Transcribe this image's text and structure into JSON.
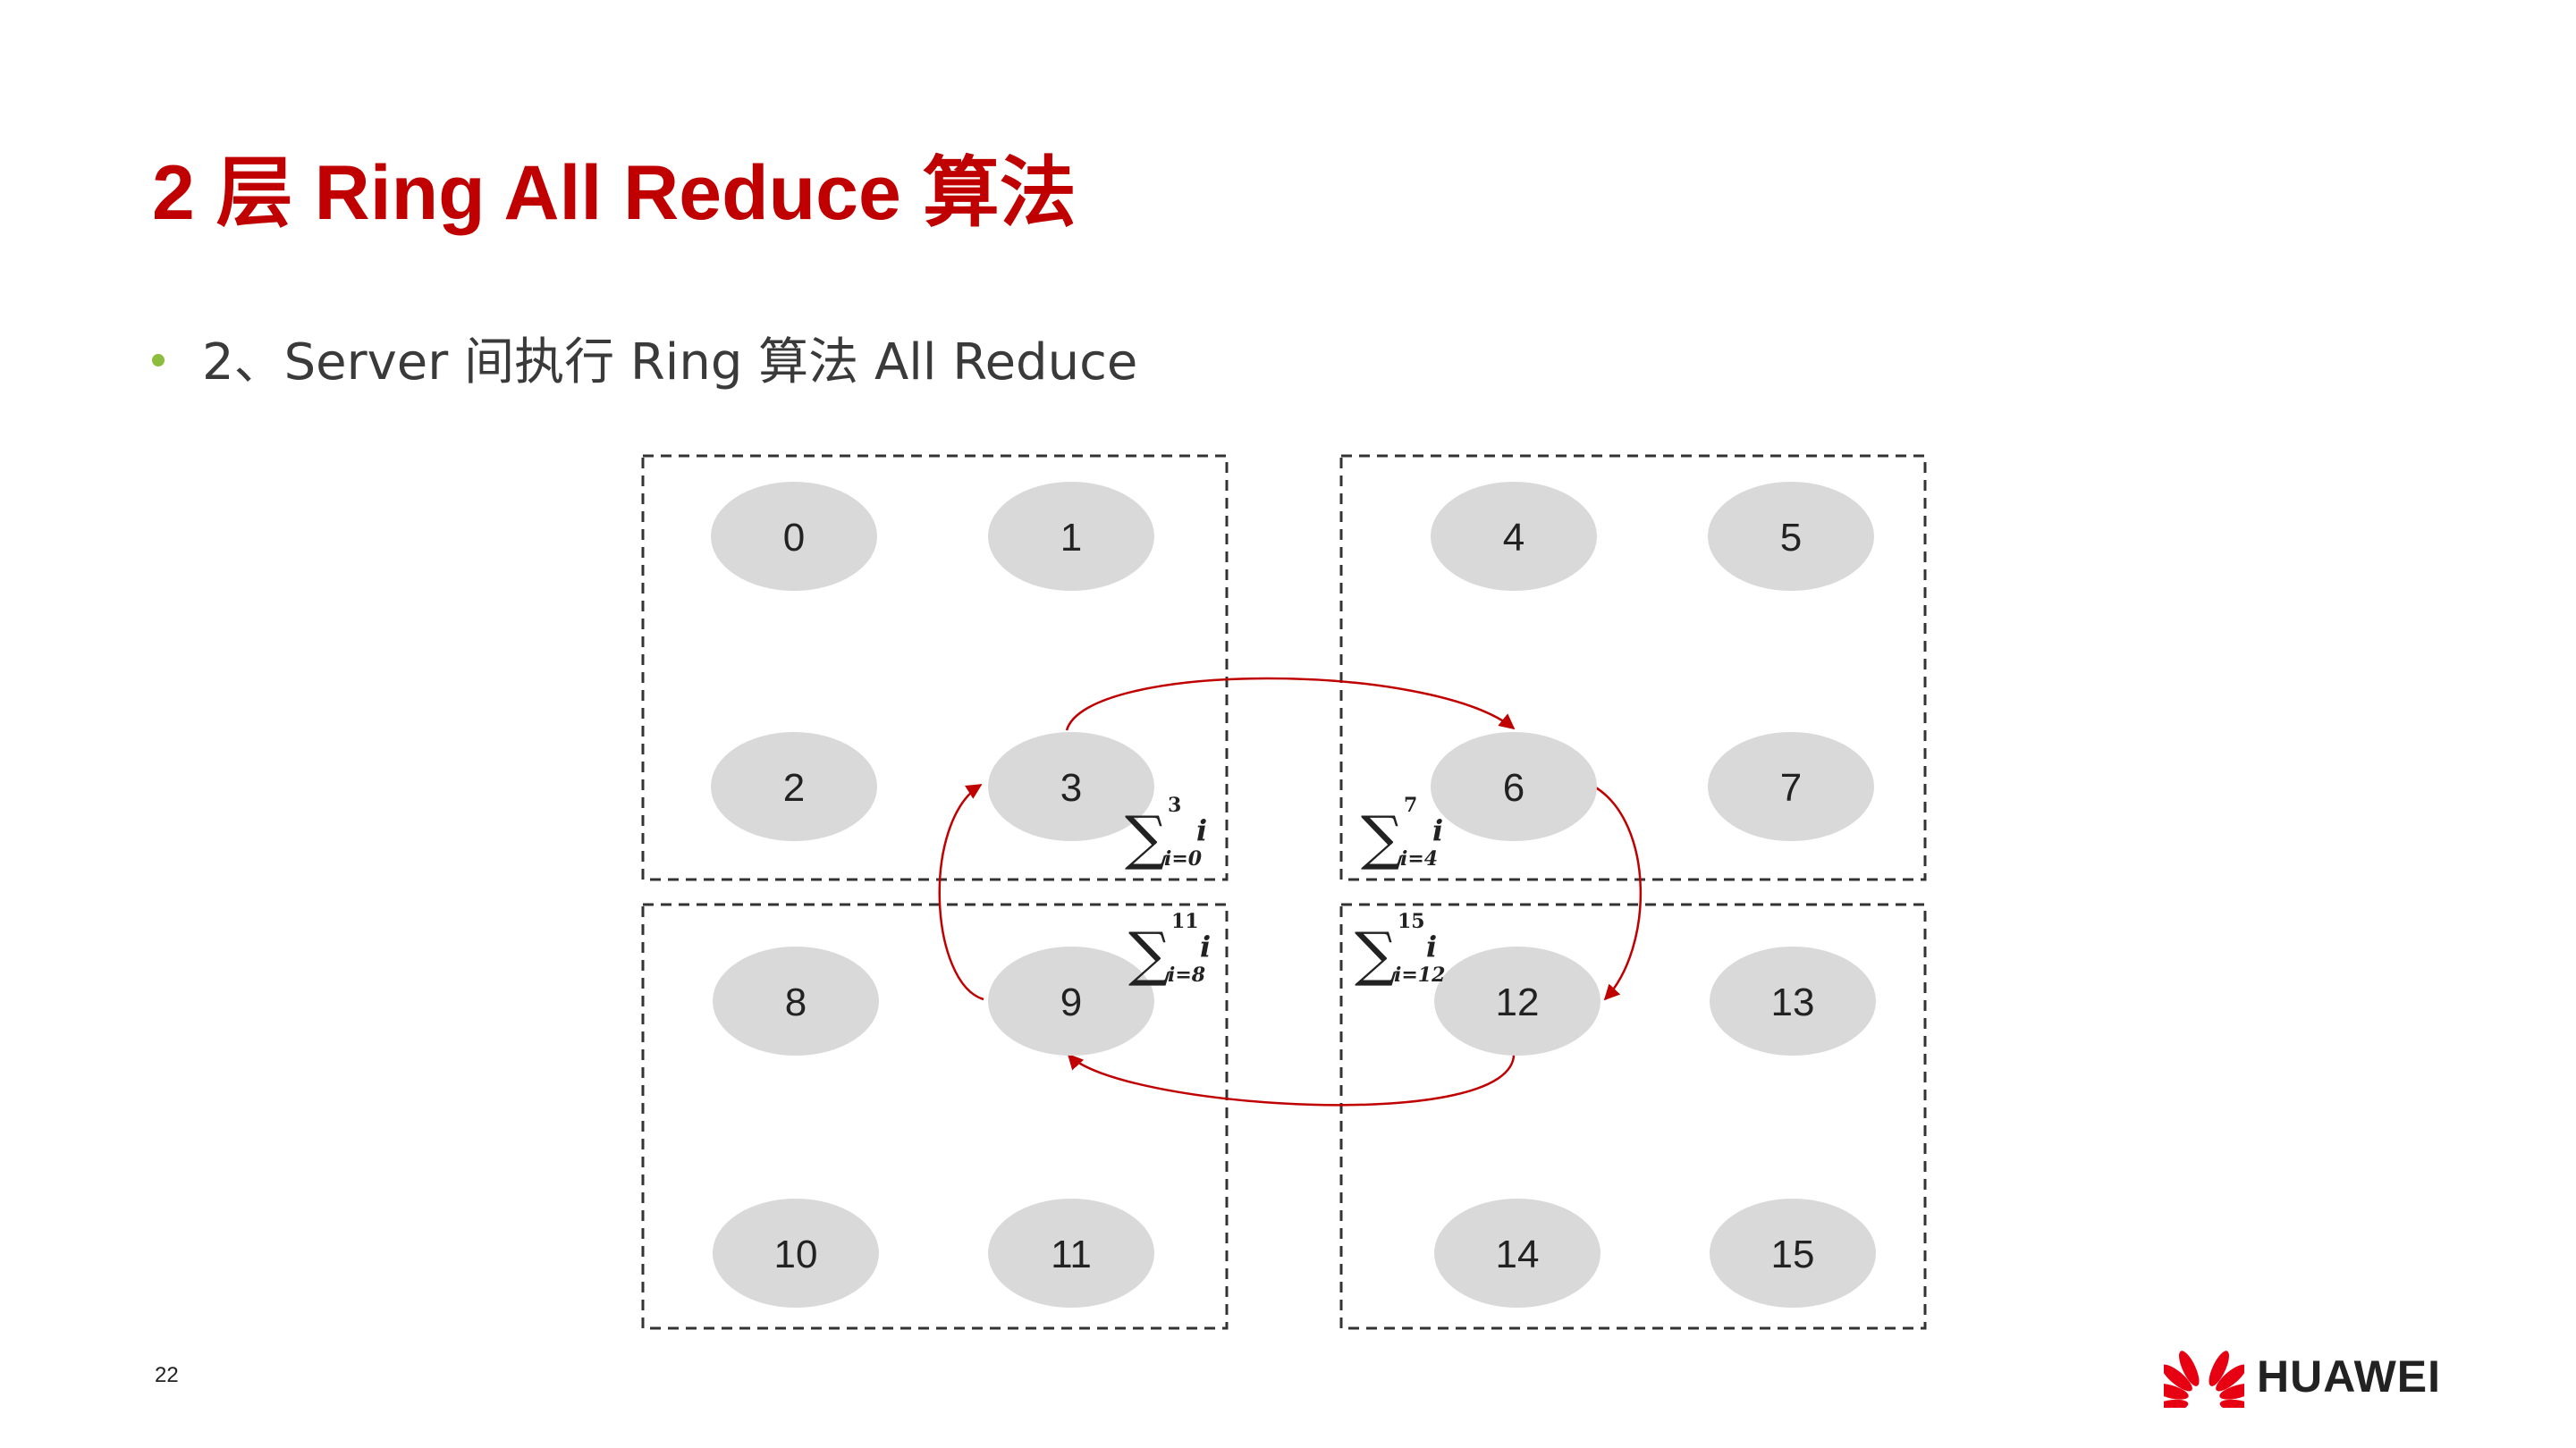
{
  "slide": {
    "title": "2 层 Ring All Reduce 算法",
    "bullet": "2、Server 间执行 Ring 算法 All Reduce",
    "page_number": "22",
    "brand_name": "HUAWEI"
  },
  "colors": {
    "title": "#c00000",
    "bullet_dot": "#8cbd3c",
    "node_fill": "#d9d9d9",
    "arrow": "#c00000",
    "brand": "#e60012"
  },
  "diagram": {
    "servers": [
      {
        "nodes": [
          "0",
          "1",
          "2",
          "3"
        ]
      },
      {
        "nodes": [
          "4",
          "5",
          "6",
          "7"
        ]
      },
      {
        "nodes": [
          "8",
          "9",
          "10",
          "11"
        ]
      },
      {
        "nodes": [
          "12",
          "13",
          "14",
          "15"
        ]
      }
    ],
    "sums": [
      {
        "upper": "3",
        "lower": "i=0",
        "var": "i"
      },
      {
        "upper": "7",
        "lower": "i=4",
        "var": "i"
      },
      {
        "upper": "11",
        "lower": "i=8",
        "var": "i"
      },
      {
        "upper": "15",
        "lower": "i=12",
        "var": "i"
      }
    ],
    "ring": [
      "3",
      "6",
      "12",
      "9"
    ],
    "icons": {
      "logo": "huawei-petal-logo-icon",
      "arrow": "arrow-head-icon"
    }
  }
}
